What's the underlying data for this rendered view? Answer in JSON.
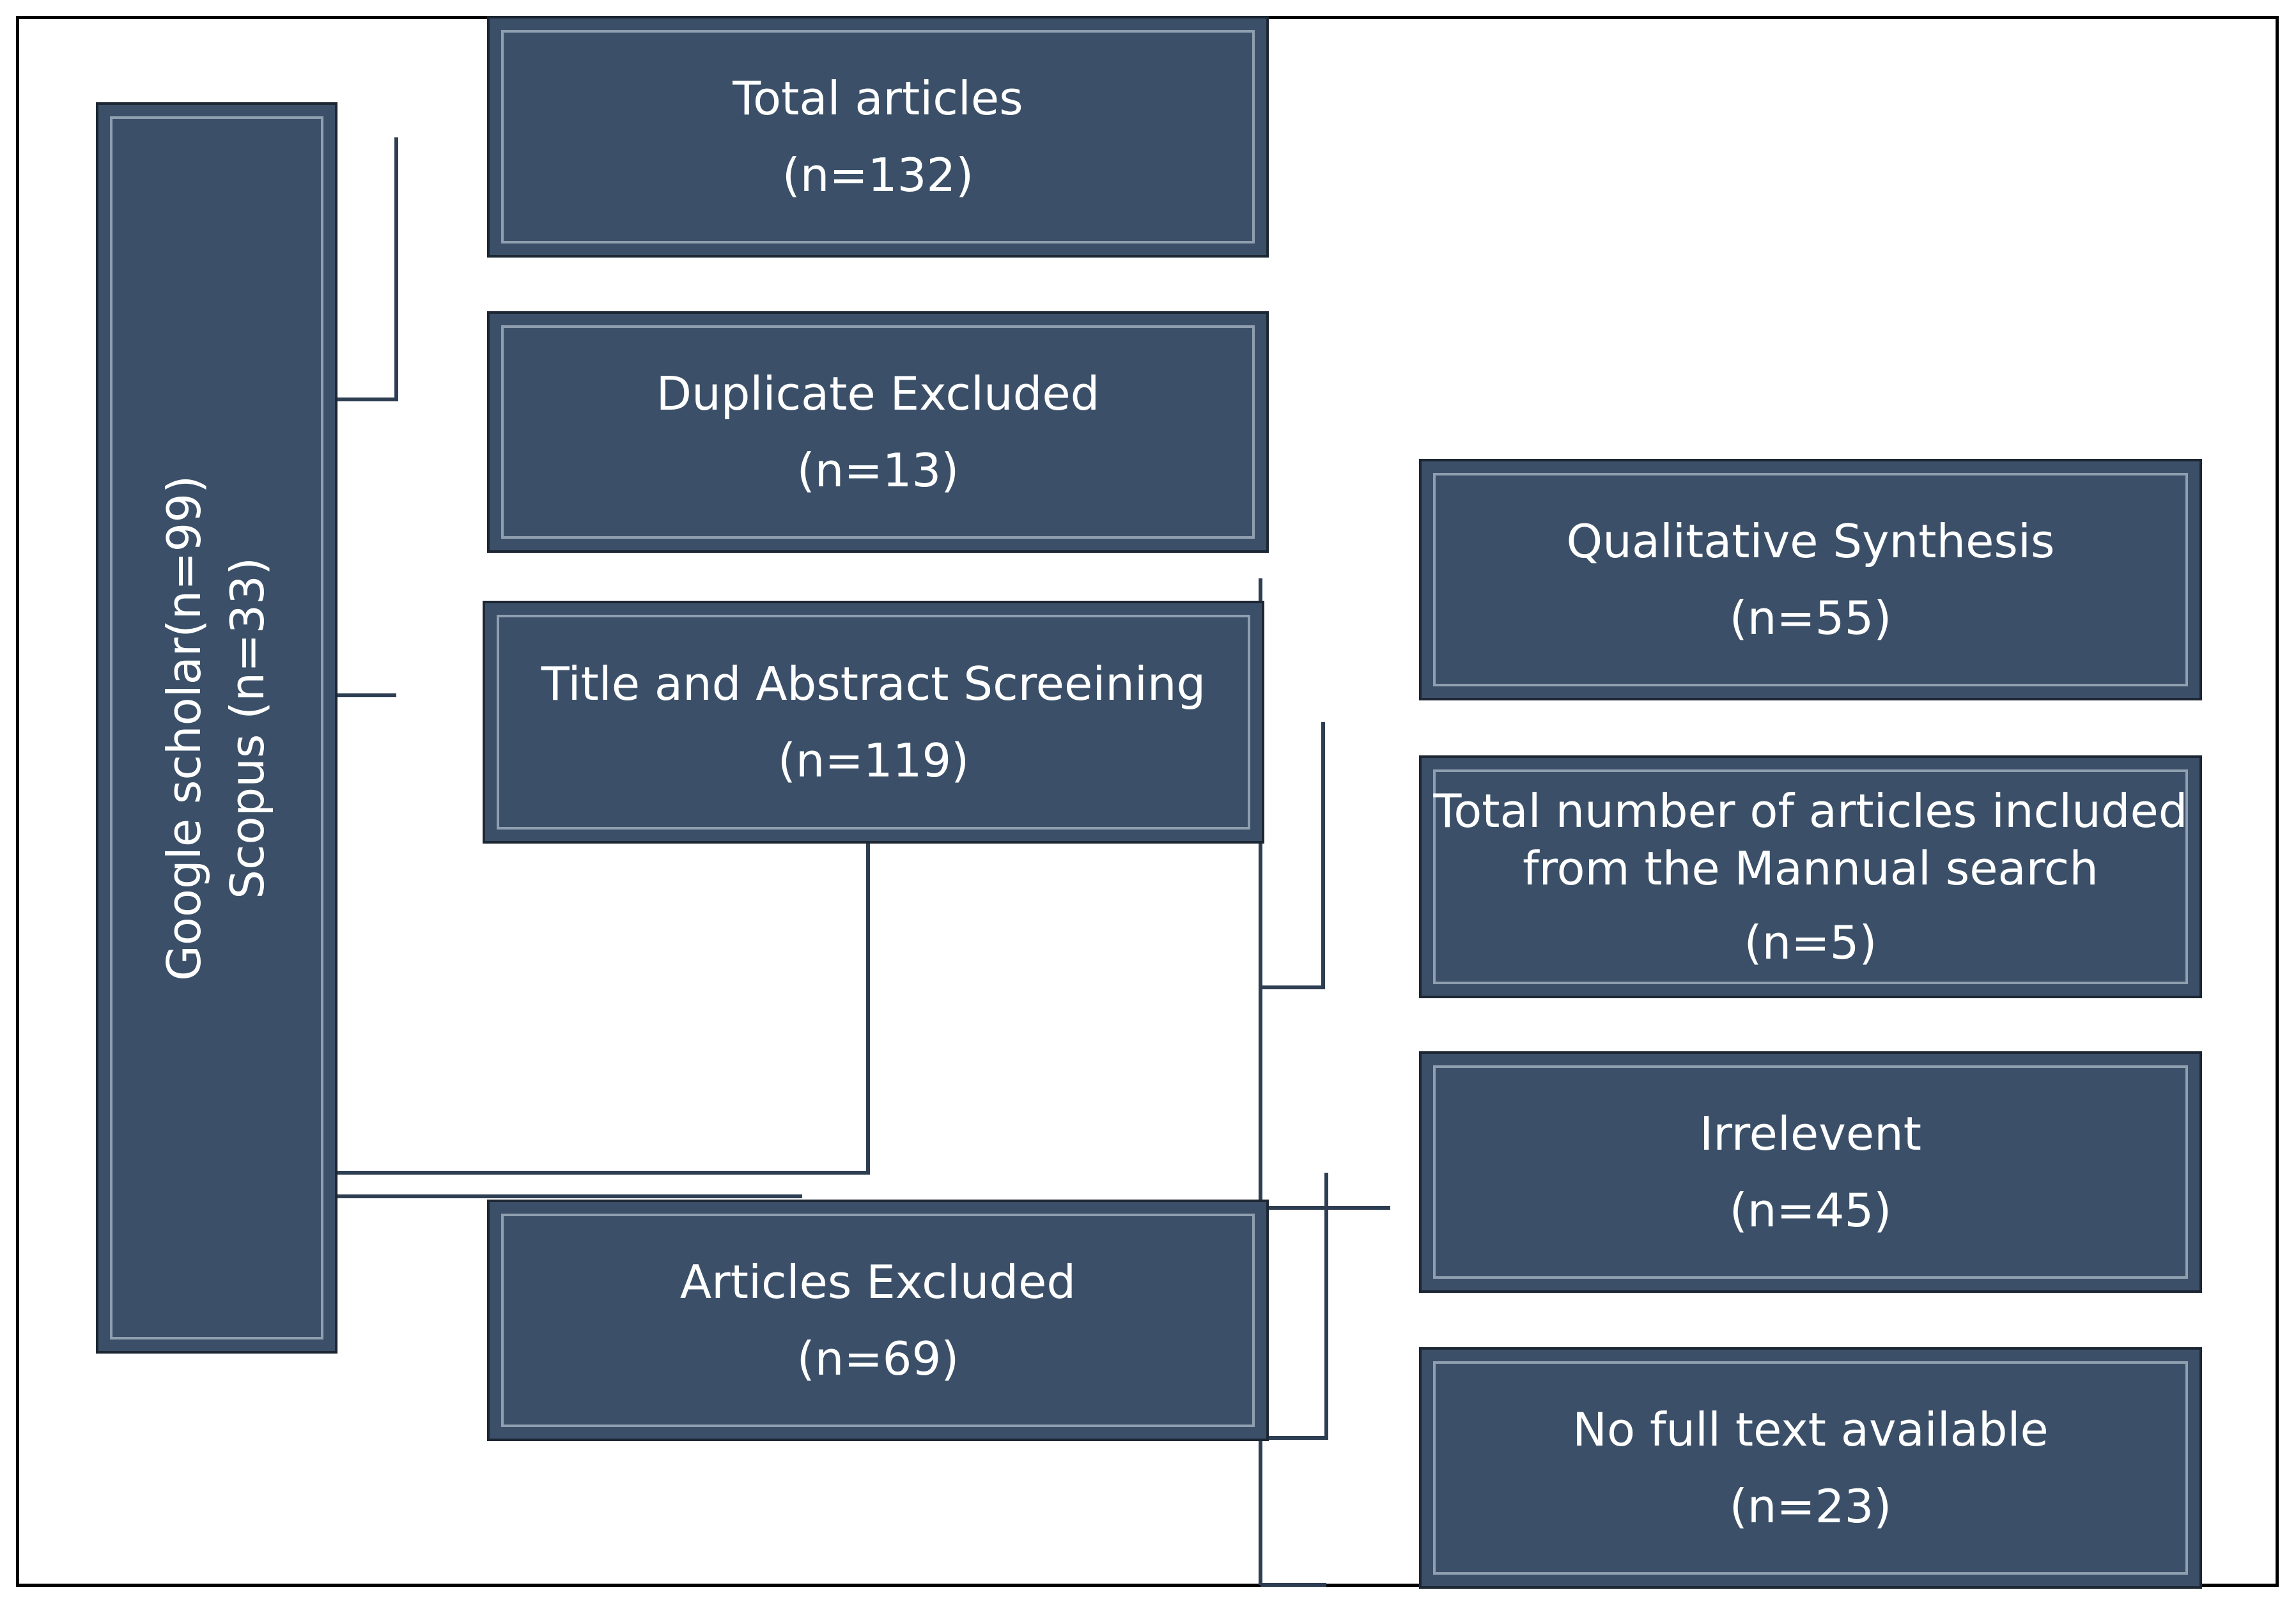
{
  "source": {
    "line1": "Google scholar(n=99)",
    "line2": "Scopus (n=33)"
  },
  "boxes": {
    "total_articles": {
      "label": "Total articles",
      "count": "(n=132)"
    },
    "duplicate_excluded": {
      "label": "Duplicate Excluded",
      "count": "(n=13)"
    },
    "title_abstract": {
      "label": "Title and Abstract Screeining",
      "count": "(n=119)"
    },
    "articles_excluded": {
      "label": "Articles Excluded",
      "count": "(n=69)"
    },
    "qualitative_synthesis": {
      "label": "Qualitative Synthesis",
      "count": "(n=55)"
    },
    "manual_search": {
      "label_line1": "Total number of articles included",
      "label_line2": "from the Mannual search",
      "count": "(n=5)"
    },
    "irrelevent": {
      "label": "Irrelevent",
      "count": "(n=45)"
    },
    "no_full_text": {
      "label": "No full text available",
      "count": "(n=23)"
    }
  },
  "colors": {
    "box_fill": "#3b5068",
    "box_border": "#1d2733",
    "connector": "#2e3e52",
    "text": "#ffffff"
  }
}
